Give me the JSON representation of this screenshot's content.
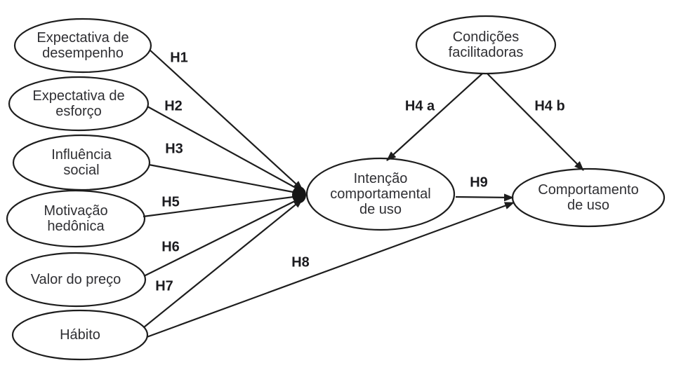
{
  "diagram": {
    "nodes": {
      "expectativa_desempenho": {
        "label": "Expectativa de desempenho"
      },
      "expectativa_esforco": {
        "label": "Expectativa de esforço"
      },
      "influencia_social": {
        "label": "Influência social"
      },
      "motivacao_hedonica": {
        "label": "Motivação hedônica"
      },
      "valor_preco": {
        "label": "Valor do preço"
      },
      "habito": {
        "label": "Hábito"
      },
      "condicoes_facilitadoras": {
        "label": "Condições facilitadoras"
      },
      "intencao_comportamental": {
        "label": "Intenção comportamental de uso"
      },
      "comportamento_uso": {
        "label": "Comportamento de uso"
      }
    },
    "edges": [
      {
        "id": "h1",
        "label": "H1",
        "from": "expectativa_desempenho",
        "to": "intencao_comportamental"
      },
      {
        "id": "h2",
        "label": "H2",
        "from": "expectativa_esforco",
        "to": "intencao_comportamental"
      },
      {
        "id": "h3",
        "label": "H3",
        "from": "influencia_social",
        "to": "intencao_comportamental"
      },
      {
        "id": "h4a",
        "label": "H4 a",
        "from": "condicoes_facilitadoras",
        "to": "intencao_comportamental"
      },
      {
        "id": "h4b",
        "label": "H4 b",
        "from": "condicoes_facilitadoras",
        "to": "comportamento_uso"
      },
      {
        "id": "h5",
        "label": "H5",
        "from": "motivacao_hedonica",
        "to": "intencao_comportamental"
      },
      {
        "id": "h6",
        "label": "H6",
        "from": "valor_preco",
        "to": "intencao_comportamental"
      },
      {
        "id": "h7",
        "label": "H7",
        "from": "habito",
        "to": "intencao_comportamental"
      },
      {
        "id": "h8",
        "label": "H8",
        "from": "habito",
        "to": "comportamento_uso"
      },
      {
        "id": "h9",
        "label": "H9",
        "from": "intencao_comportamental",
        "to": "comportamento_uso"
      }
    ],
    "colors": {
      "line": "#1d1d1d",
      "node_fill": "#ffffff",
      "node_text": "#2f2f33",
      "hypothesis_text": "#1b1b1f",
      "background": "#ffffff"
    }
  }
}
